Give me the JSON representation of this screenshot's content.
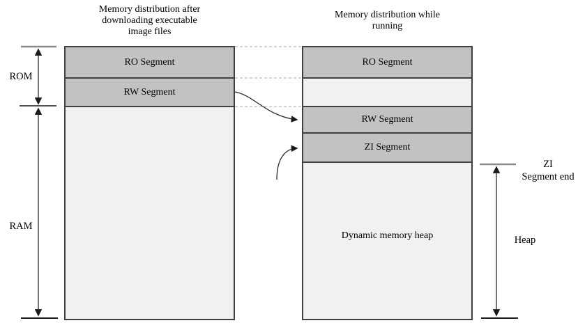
{
  "left_column": {
    "title_lines": [
      "Memory distribution after",
      "downloading executable",
      "image files"
    ],
    "segments": [
      {
        "label": "RO Segment"
      },
      {
        "label": "RW Segment"
      },
      {
        "label": ""
      }
    ]
  },
  "right_column": {
    "title_lines": [
      "Memory distribution while",
      "running"
    ],
    "segments": [
      {
        "label": "RO Segment"
      },
      {
        "label": ""
      },
      {
        "label": "RW Segment"
      },
      {
        "label": "ZI Segment"
      },
      {
        "label": "Dynamic memory heap"
      }
    ]
  },
  "side_labels": {
    "rom": "ROM",
    "ram": "RAM",
    "zi_segment_end_lines": [
      "ZI",
      "Segment end"
    ],
    "heap": "Heap"
  },
  "colors": {
    "segment_fill": "#c2c2c2",
    "empty_fill": "#f1f1f1",
    "box_border": "#404040",
    "dashed_connector": "#bbbbbb",
    "gray_tick": "#8c8c8c",
    "black_line": "#1a1a1a",
    "background": "#ffffff",
    "text": "#000000"
  }
}
